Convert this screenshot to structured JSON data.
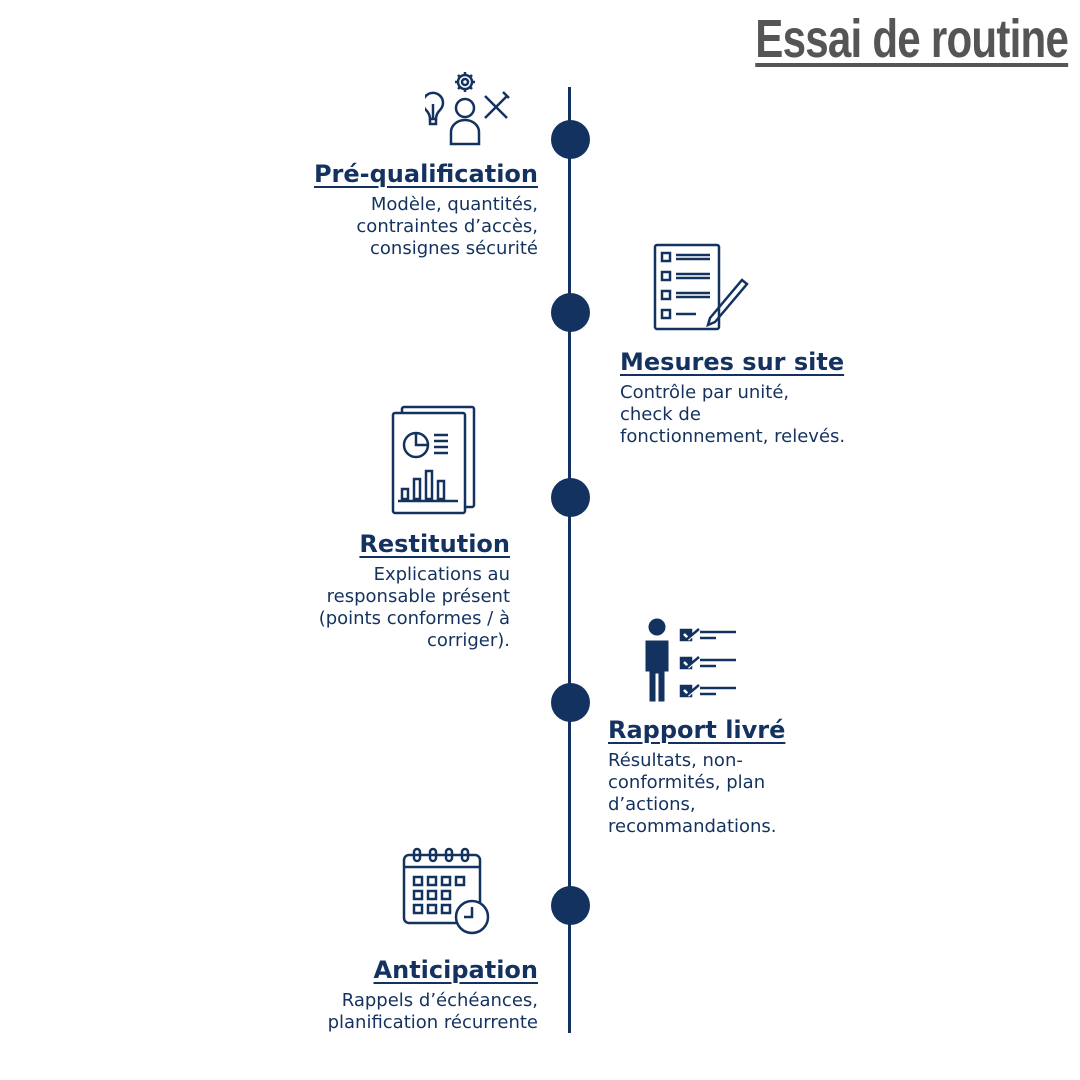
{
  "title": "Essai de routine",
  "color": "#14325f",
  "steps": [
    {
      "title": "Pré-qualification",
      "text": "Modèle, quantités,\ncontraintes d’accès,\nconsignes sécurité",
      "icon": "person-ideas-tools-icon"
    },
    {
      "title": "Mesures sur site",
      "text": "Contrôle par unité,\ncheck de\nfonctionnement, relevés.",
      "icon": "checklist-pencil-icon"
    },
    {
      "title": "Restitution",
      "text": "Explications au\nresponsable présent\n(points conformes / à\ncorriger).",
      "icon": "report-chart-icon"
    },
    {
      "title": "Rapport livré",
      "text": " Résultats, non-\nconformités, plan\nd’actions,\nrecommandations.",
      "icon": "person-checklist-icon"
    },
    {
      "title": "Anticipation",
      "text": "Rappels d’échéances,\nplanification récurrente",
      "icon": "calendar-clock-icon"
    }
  ]
}
